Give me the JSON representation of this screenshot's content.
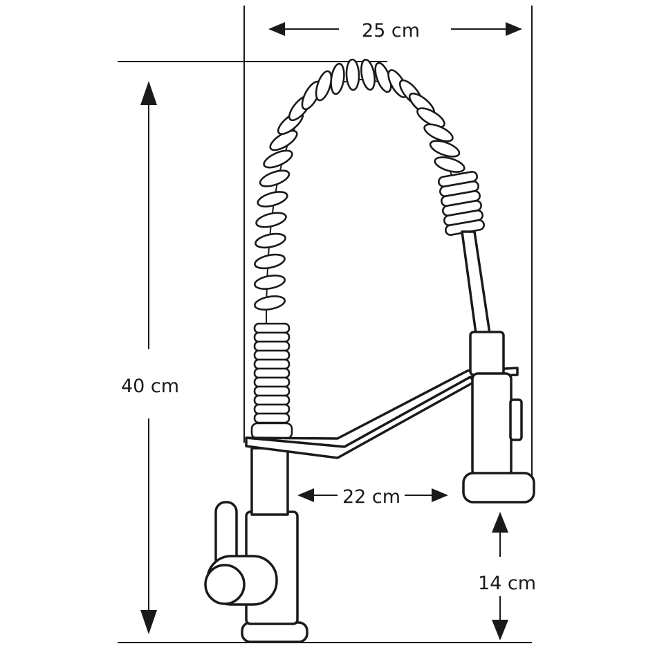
{
  "dimensions": {
    "width_label": "25 cm",
    "height_label": "40 cm",
    "reach_label": "22 cm",
    "spout_height_label": "14 cm"
  },
  "colors": {
    "line": "#1a1a1a",
    "background": "#ffffff"
  }
}
